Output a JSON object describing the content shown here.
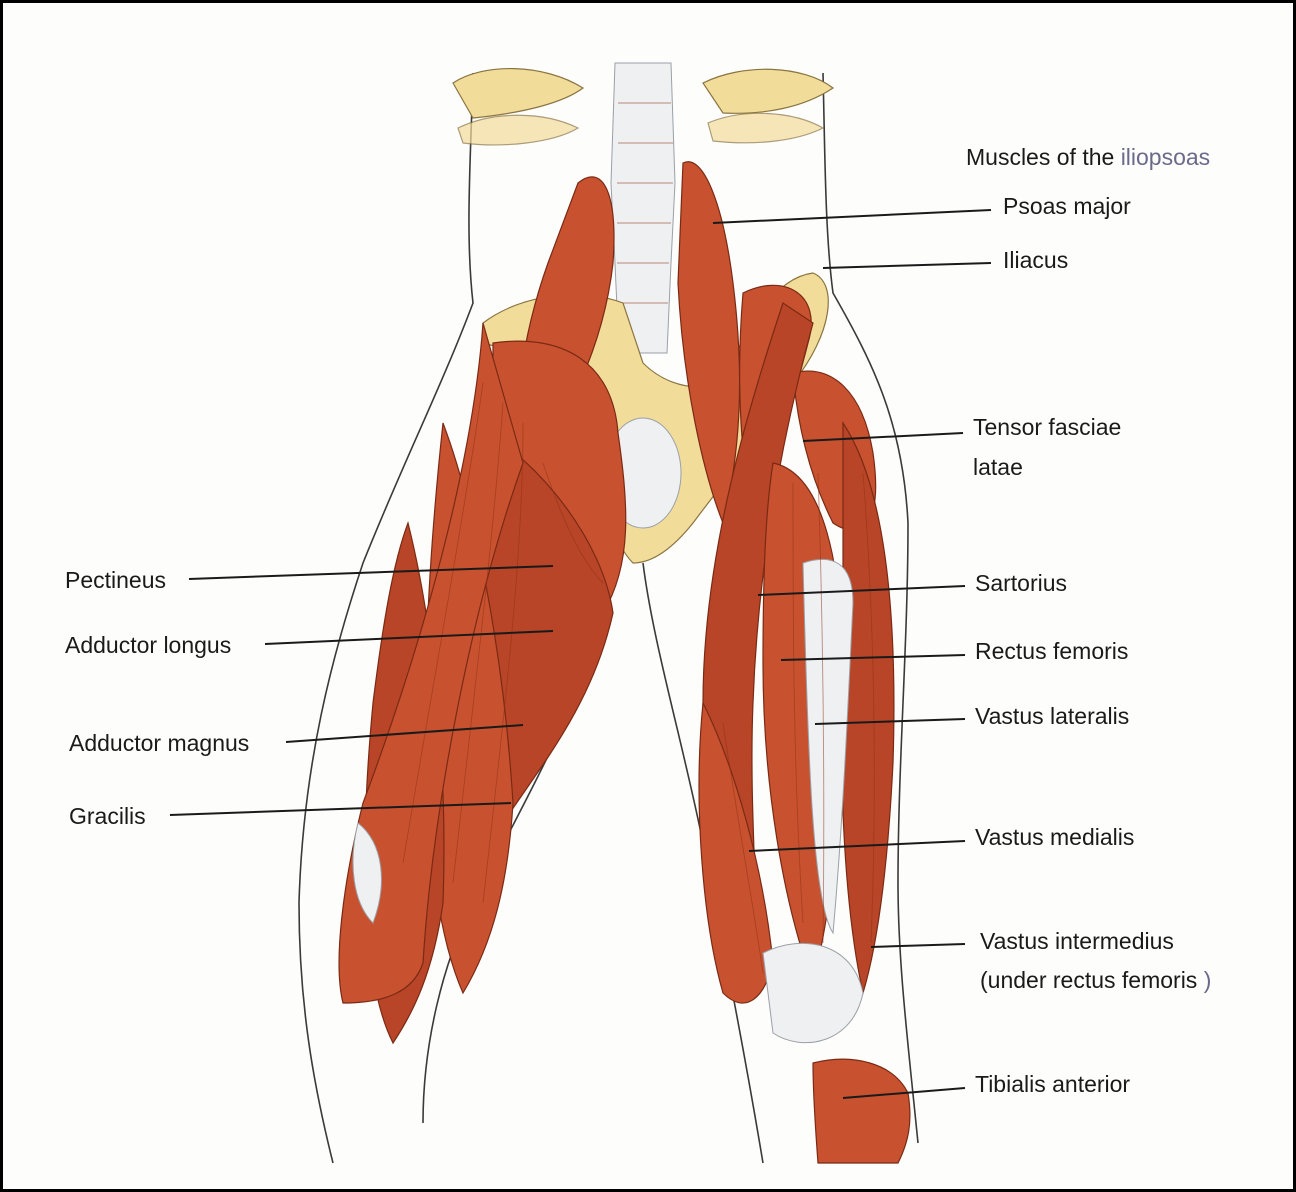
{
  "labels": {
    "iliopsoas_group": {
      "main": "Muscles of the",
      "faded": "iliopsoas"
    },
    "psoas_major": "Psoas major",
    "iliacus": "Iliacus",
    "tensor_fasciae_latae": [
      "Tensor fasciae",
      "latae"
    ],
    "sartorius": "Sartorius",
    "rectus_femoris": "Rectus femoris",
    "vastus_lateralis": "Vastus lateralis",
    "vastus_medialis": "Vastus medialis",
    "vastus_intermedius": {
      "line1": "Vastus intermedius",
      "line2": "(under rectus femoris",
      "line2_faded": ")"
    },
    "tibialis_anterior": "Tibialis anterior",
    "pectineus": "Pectineus",
    "adductor_longus": "Adductor longus",
    "adductor_magnus": "Adductor magnus",
    "gracilis": "Gracilis"
  },
  "colors": {
    "muscle": "#c8522f",
    "bone": "#f2dc9a",
    "tendon": "#eef0f2",
    "label_text": "#1a1a1a"
  }
}
